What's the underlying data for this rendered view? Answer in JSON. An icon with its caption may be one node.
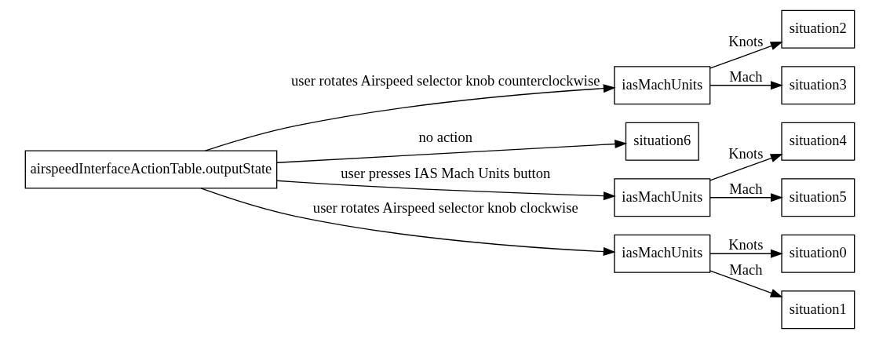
{
  "diagram": {
    "nodes": [
      {
        "text": [
          "airspeedInterfaceActionTable.outputState"
        ]
      },
      {
        "text": [
          "iasMachUnits"
        ]
      },
      {
        "text": [
          "situation6"
        ]
      },
      {
        "text": [
          "iasMachUnits"
        ]
      },
      {
        "text": [
          "iasMachUnits"
        ]
      },
      {
        "text": [
          "situation2"
        ]
      },
      {
        "text": [
          "situation3"
        ]
      },
      {
        "text": [
          "situation4"
        ]
      },
      {
        "text": [
          "situation5"
        ]
      },
      {
        "text": [
          "situation0"
        ]
      },
      {
        "text": [
          "situation1"
        ]
      }
    ],
    "edges": [
      {
        "from": 0,
        "to": 1,
        "arrow": "to",
        "label": "user rotates Airspeed selector knob counterclockwise"
      },
      {
        "from": 0,
        "to": 2,
        "arrow": "to",
        "label": "no action"
      },
      {
        "from": 0,
        "to": 3,
        "arrow": "to",
        "label": "user presses IAS Mach Units button"
      },
      {
        "from": 0,
        "to": 4,
        "arrow": "to",
        "label": "user rotates Airspeed selector knob clockwise"
      },
      {
        "from": 1,
        "to": 5,
        "arrow": "to",
        "label": "Knots"
      },
      {
        "from": 1,
        "to": 6,
        "arrow": "to",
        "label": "Mach"
      },
      {
        "from": 3,
        "to": 7,
        "arrow": "to",
        "label": "Knots"
      },
      {
        "from": 3,
        "to": 8,
        "arrow": "to",
        "label": "Mach"
      },
      {
        "from": 4,
        "to": 9,
        "arrow": "to",
        "label": "Knots"
      },
      {
        "from": 4,
        "to": 10,
        "arrow": "to",
        "label": "Mach"
      }
    ]
  }
}
